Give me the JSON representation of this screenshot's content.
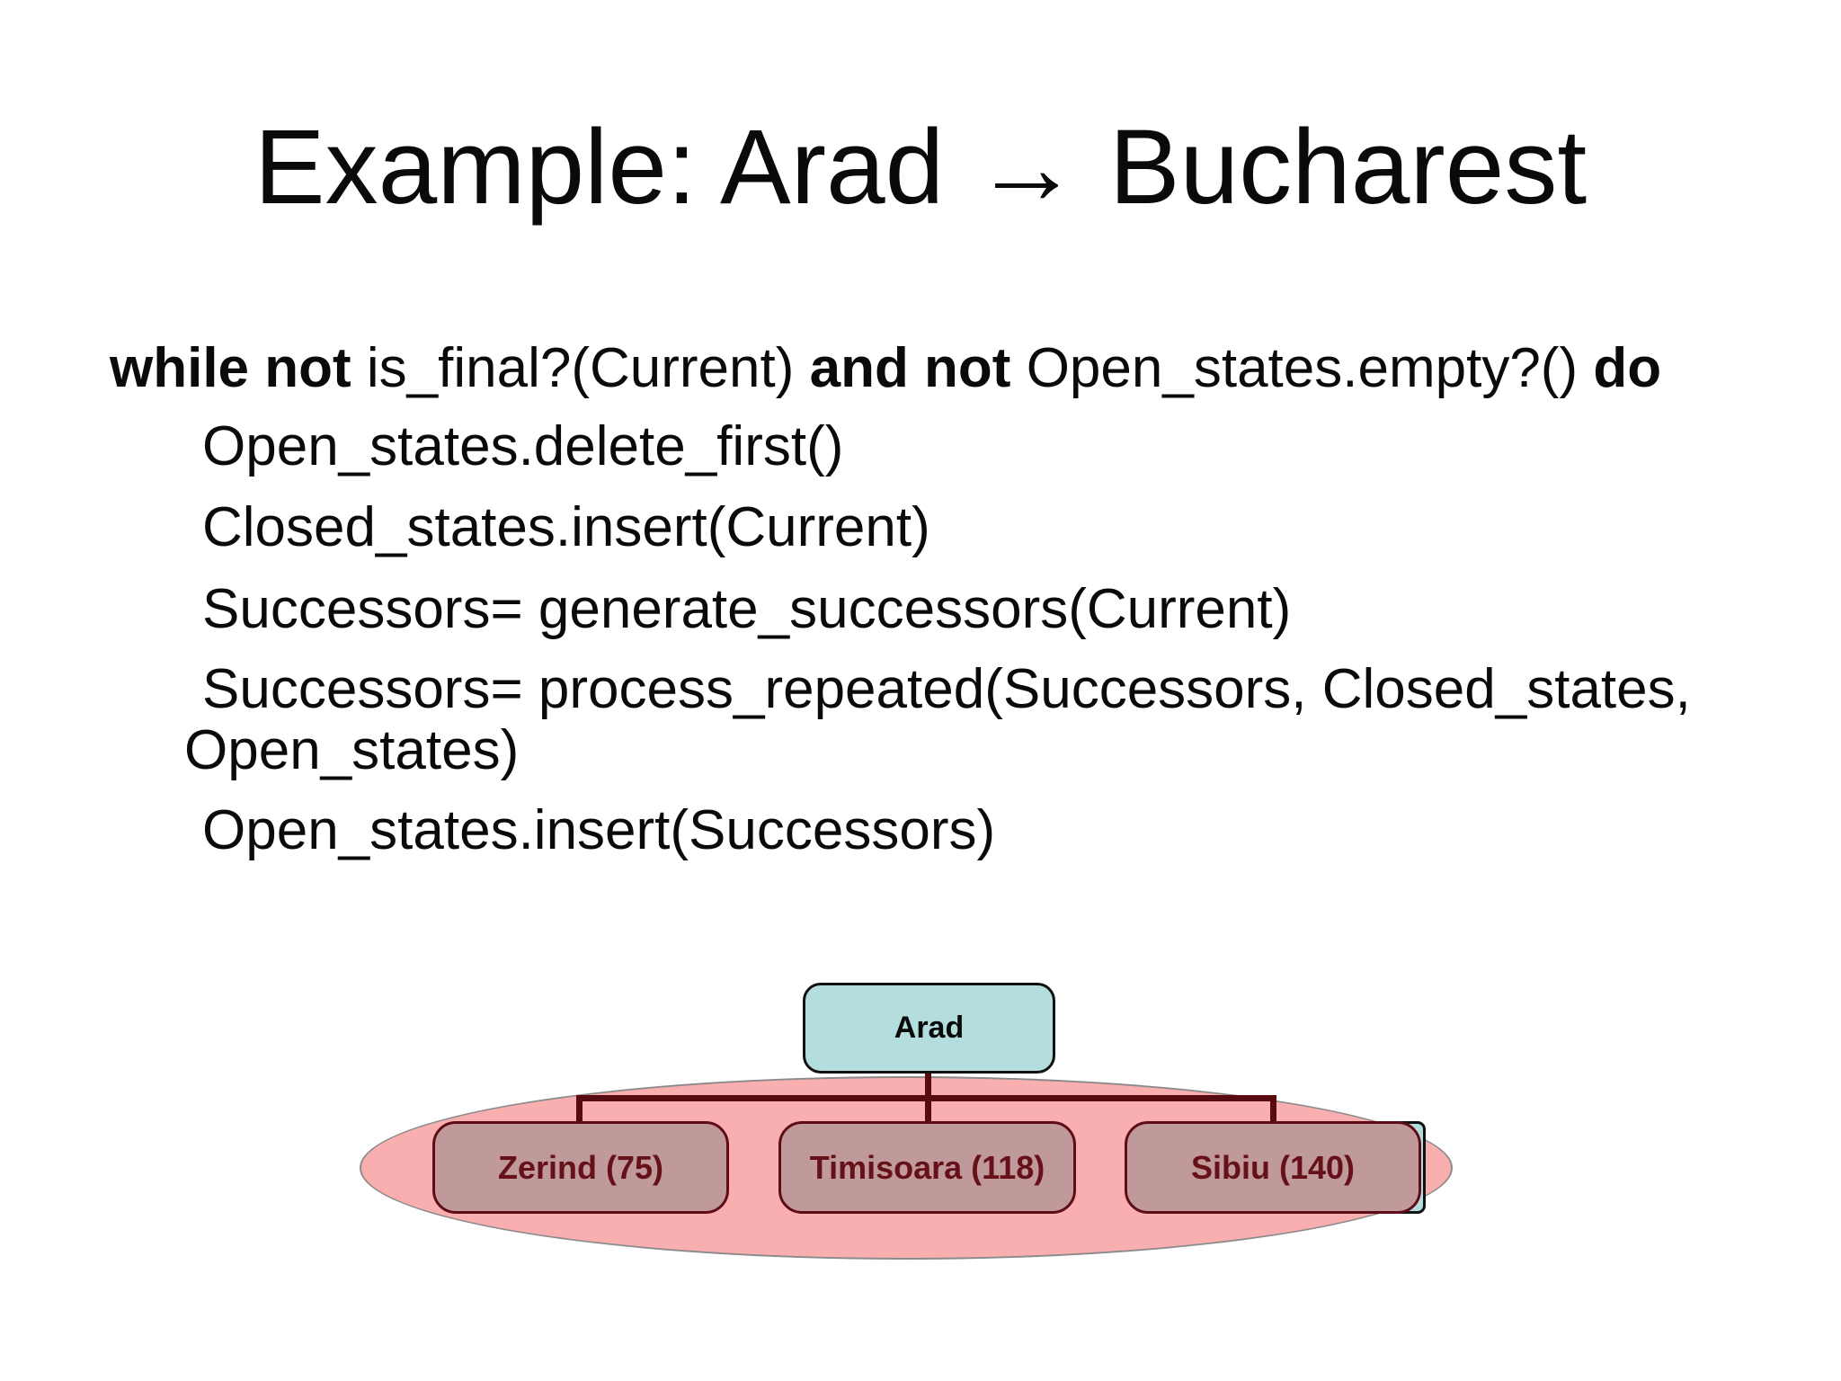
{
  "slide": {
    "title": {
      "prefix": "Example: Arad ",
      "arrow": "→",
      "suffix": " Bucharest"
    },
    "code": {
      "line1": {
        "kw_while": "while not ",
        "cond1": "is_final?(Current) ",
        "kw_and": "and not ",
        "cond2": "Open_states.empty?() ",
        "kw_do": "do"
      },
      "line2": "Open_states.delete_first()",
      "line3": "Closed_states.insert(Current)",
      "line4": "Successors= generate_successors(Current)",
      "line5": "Successors= process_repeated(Successors, Closed_states,",
      "line6": "Open_states)",
      "line7": "Open_states.insert(Successors)"
    },
    "diagram": {
      "root": {
        "label": "Arad"
      },
      "children": [
        {
          "label": "Zerind (75)"
        },
        {
          "label": "Timisoara (118)"
        },
        {
          "label": "Sibiu (140)"
        }
      ],
      "colors": {
        "root_fill": "#b3dedd",
        "root_border": "#111111",
        "hidden_fill": "#b3dedd",
        "hidden_border": "#111111",
        "child_fill": "#c0999b",
        "child_border": "#5f0c18",
        "child_text": "#661019",
        "ellipse_fill": "#f9aeb0",
        "ellipse_border": "#8b8b8b",
        "connector": "#570a10"
      }
    }
  }
}
